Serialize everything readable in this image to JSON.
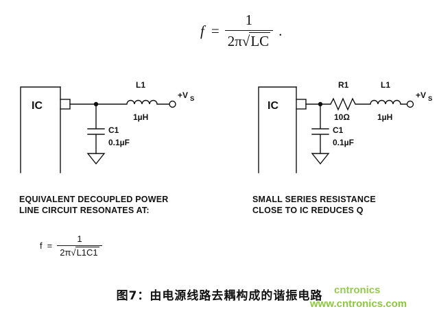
{
  "top_formula": {
    "f": "f",
    "eq": "=",
    "num": "1",
    "den_prefix": "2π",
    "radical": "√",
    "radicand": "LC",
    "period": "."
  },
  "circuit_left": {
    "ic": "IC",
    "inductor": {
      "label": "L1",
      "value": "1µH"
    },
    "capacitor": {
      "label": "C1",
      "value": "0.1µF"
    },
    "supply": {
      "prefix": "+V",
      "sub": "S"
    }
  },
  "circuit_right": {
    "ic": "IC",
    "resistor": {
      "label": "R1",
      "value": "10Ω"
    },
    "inductor": {
      "label": "L1",
      "value": "1µH"
    },
    "capacitor": {
      "label": "C1",
      "value": "0.1µF"
    },
    "supply": {
      "prefix": "+V",
      "sub": "S"
    }
  },
  "caption_left": {
    "line1": "EQUIVALENT DECOUPLED POWER",
    "line2": "LINE CIRCUIT RESONATES AT:"
  },
  "caption_right": {
    "line1": "SMALL SERIES RESISTANCE",
    "line2": "CLOSE TO IC REDUCES Q"
  },
  "formula_left": {
    "f": "f",
    "eq": "=",
    "num": "1",
    "den_prefix": "2π",
    "radical": "√",
    "radicand": "L1C1"
  },
  "figure_caption": "图7：由电源线路去耦构成的谐振电路",
  "watermark": {
    "line1": "cntronics",
    "line2": "www.cntronics.com",
    "color": "#8DC63F"
  }
}
